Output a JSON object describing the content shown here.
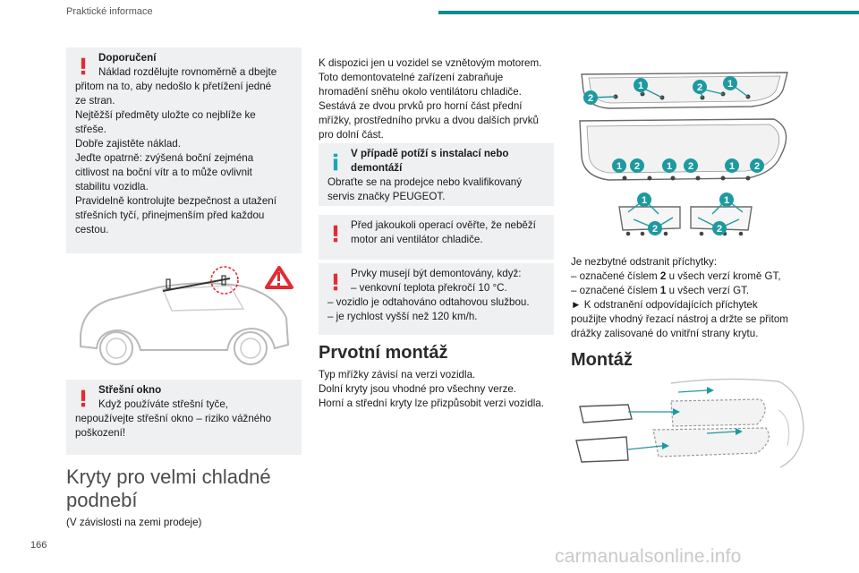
{
  "header": {
    "section": "Praktické informace",
    "accent": "#0f8a8f"
  },
  "page_number": "166",
  "watermark": "carmanualsonline.info",
  "notes": {
    "recommendation": {
      "title": "Doporučení",
      "lines": [
        "Náklad rozdělujte rovnoměrně a dbejte",
        "přitom na to, aby nedošlo k přetížení jedné",
        "ze stran.",
        "Nejtěžší předměty uložte co nejblíže ke",
        "střeše.",
        "Dobře zajistěte náklad.",
        "Jeďte opatrně: zvýšená boční zejména",
        "citlivost na boční vítr a to může ovlivnit",
        "stabilitu vozidla.",
        "Pravidelně kontrolujte bezpečnost a utažení",
        "střešních tyčí, přinejmenším před každou",
        "cestou."
      ]
    },
    "roof_window": {
      "title": "Střešní okno",
      "lines": [
        "Když používáte střešní tyče,",
        "nepoužívejte střešní okno – riziko vážného",
        "poškození!"
      ]
    },
    "install_problem": {
      "title_1": "V případě potíží s instalací nebo",
      "title_2": "demontáží",
      "lines": [
        "Obraťte se na prodejce nebo kvalifikovaný",
        "servis značky PEUGEOT."
      ]
    },
    "check_engine": {
      "lines": [
        "Před jakoukoli operací ověřte, že neběží",
        "motor ani ventilátor chladiče."
      ]
    },
    "must_remove": {
      "lines": [
        "Prvky musejí být demontovány, když:",
        "– venkovní teplota překročí 10 °C.",
        "– vozidlo je odtahováno odtahovou službou.",
        "– je rychlost vyšší než 120 km/h."
      ]
    }
  },
  "cold_section": {
    "title_1": "Kryty pro velmi chladné",
    "title_2": "podnebí",
    "subtitle": "(V závislosti na zemi prodeje)"
  },
  "col2_intro": [
    "K dispozici jen u vozidel se vznětovým motorem.",
    "Toto demontovatelné zařízení zabraňuje",
    "hromadění sněhu okolo ventilátoru chladiče.",
    "Sestává ze dvou prvků pro horní část přední",
    "mřížky, prostředního prvku a dvou dalších prvků",
    "pro dolní část."
  ],
  "first_mount": {
    "title": "Prvotní montáž",
    "lines": [
      "Typ mřížky závisí na verzi vozidla.",
      "Dolní kryty jsou vhodné pro všechny verze.",
      "Horní a střední kryty lze přizpůsobit verzi vozidla."
    ]
  },
  "col3": {
    "clips_intro": "Je nezbytné odstranit příchytky:",
    "clip_line_1a": "– označené číslem ",
    "clip_line_1b": "2",
    "clip_line_1c": " u všech verzí kromě GT,",
    "clip_line_2a": "– označené číslem ",
    "clip_line_2b": "1",
    "clip_line_2c": " u všech verzí GT.",
    "action_lines": [
      "► K odstranění odpovídajících příchytek",
      "použijte vhodný řezací nástroj a držte se přitom",
      "drážky zalisované do vnitřní strany krytu."
    ],
    "mount_title": "Montáž"
  },
  "diagram_labels": {
    "top": [
      "2",
      "1",
      "2",
      "1"
    ],
    "middle": [
      "1",
      "2",
      "1",
      "2",
      "1",
      "2"
    ],
    "bottom_top": [
      "1",
      "1"
    ],
    "bottom_bottom": [
      "2",
      "2"
    ]
  },
  "colors": {
    "warning_red": "#e32b33",
    "info_teal": "#1aa6b7",
    "callout": "#1d9aa0"
  }
}
